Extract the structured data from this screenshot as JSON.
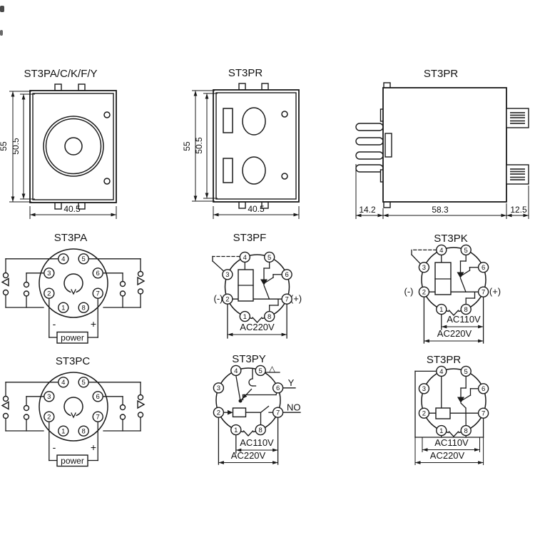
{
  "titles": {
    "d1": "ST3PA/C/K/F/Y",
    "d2": "ST3PR",
    "d3": "ST3PR",
    "w1": "ST3PA",
    "w2": "ST3PF",
    "w3": "ST3PK",
    "w4": "ST3PC",
    "w5": "ST3PY",
    "w6": "ST3PR"
  },
  "pins": [
    "1",
    "2",
    "3",
    "4",
    "5",
    "6",
    "7",
    "8"
  ],
  "dims": {
    "front_height": "55",
    "front_inner_height": "50.5",
    "front_width": "40.5",
    "side_pin_depth": "14.2",
    "side_body_depth": "58.3",
    "side_clip_depth": "12.5"
  },
  "labels": {
    "minus": "-",
    "plus": "+",
    "minus_paren": "(-)",
    "plus_paren": "(+)",
    "power": "power",
    "ac110": "AC110V",
    "ac220": "AC220V",
    "delta": "△",
    "y_out": "Y",
    "no_out": "NO"
  },
  "colors": {
    "line": "#1a1a1a",
    "background": "#ffffff"
  }
}
